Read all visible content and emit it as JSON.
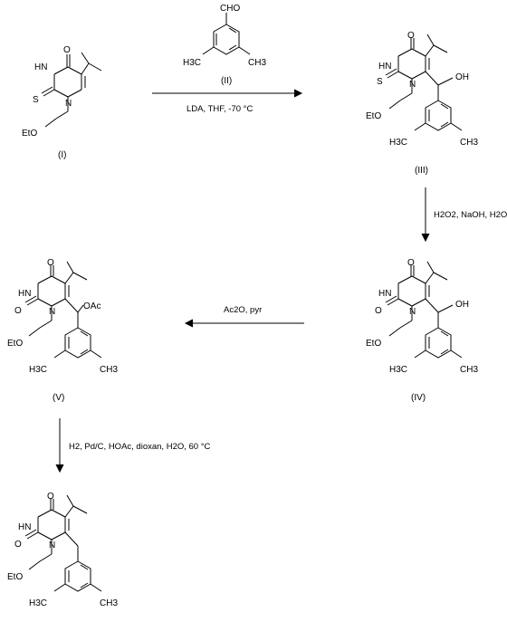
{
  "compounds": {
    "c1": {
      "label": "(I)"
    },
    "c2": {
      "label": "(II)"
    },
    "c3": {
      "label": "(III)"
    },
    "c4": {
      "label": "(IV)"
    },
    "c5": {
      "label": "(V)"
    }
  },
  "atoms": {
    "O": "O",
    "NH": "HN",
    "N": "N",
    "S": "S",
    "EtO": "EtO",
    "OH": "OH",
    "CHO": "CHO",
    "H3C": "H3C",
    "CH3": "CH3",
    "OAc": "OAc"
  },
  "conditions": {
    "step1": "LDA, THF, -70 °C",
    "step2": "H2O2, NaOH, H2O",
    "step3": "Ac2O, pyr",
    "step4": "H2, Pd/C, HOAc, dioxan, H2O, 60 °C"
  }
}
